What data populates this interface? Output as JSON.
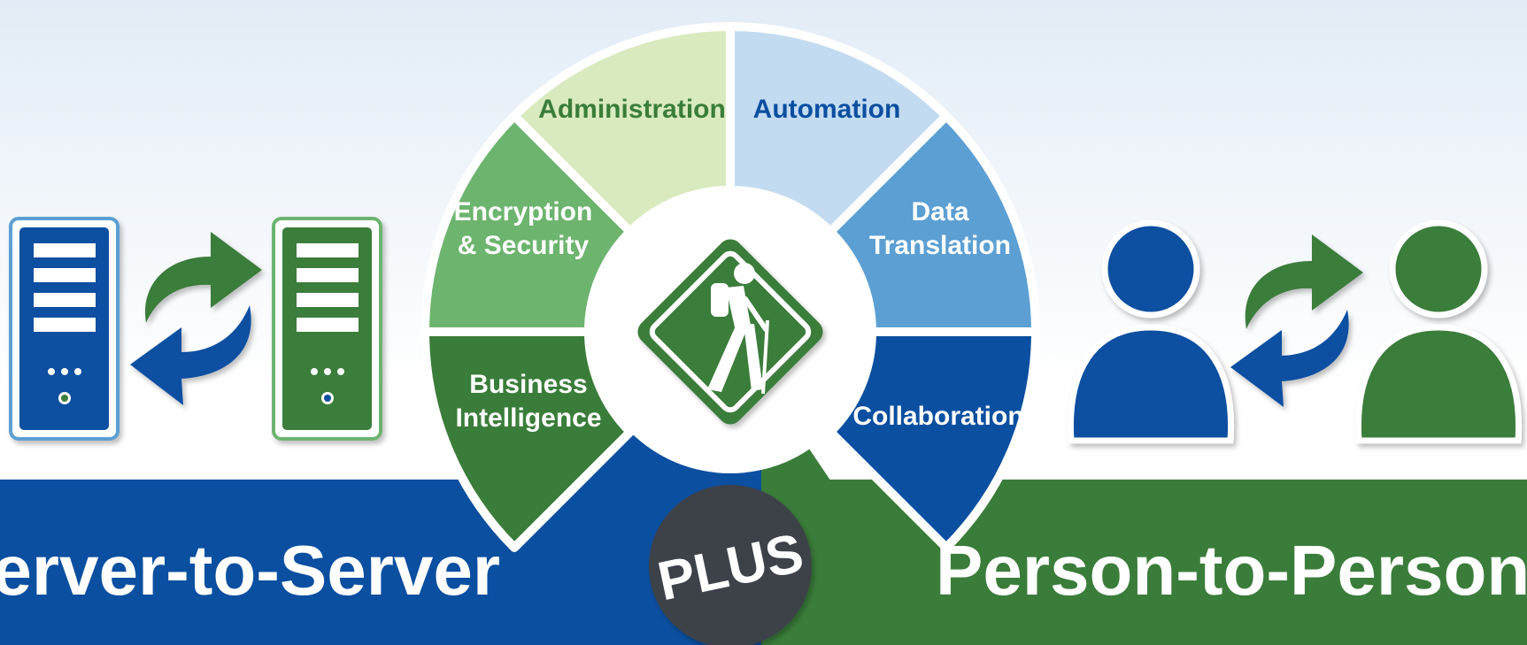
{
  "colors": {
    "navy": "#0b4fa0",
    "blue_mid": "#5b9fd3",
    "blue_light": "#c3dbf1",
    "green_dark": "#3a7d3a",
    "green_mid": "#6db46f",
    "green_light": "#d9eabf",
    "charcoal": "#3d4249",
    "white": "#ffffff"
  },
  "segments": [
    {
      "name": "administration",
      "lines": [
        "Administration"
      ]
    },
    {
      "name": "automation",
      "lines": [
        "Automation"
      ]
    },
    {
      "name": "data-translation",
      "lines": [
        "Data",
        "Translation"
      ]
    },
    {
      "name": "collaboration",
      "lines": [
        "Collaboration"
      ]
    },
    {
      "name": "business-intelligence",
      "lines": [
        "Business",
        "Intelligence"
      ]
    },
    {
      "name": "encryption-security",
      "lines": [
        "Encryption",
        "& Security"
      ]
    }
  ],
  "banner": {
    "left_text": "Server-to-Server",
    "right_text": "Person-to-Person",
    "badge_text": "PLUS"
  },
  "icons": {
    "hiker_sign": "hiker-sign-icon",
    "server_blue": "server-blue-icon",
    "server_green": "server-green-icon",
    "sync_servers": "sync-arrows-icon",
    "person_blue": "person-blue-icon",
    "person_green": "person-green-icon",
    "sync_people": "sync-arrows-icon"
  }
}
